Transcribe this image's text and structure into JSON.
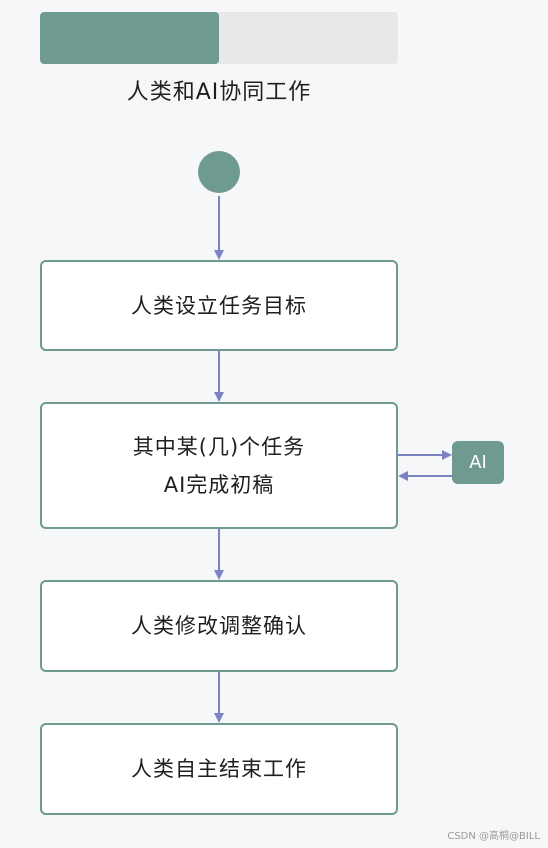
{
  "progress": {
    "value": 0.5
  },
  "title": "人类和AI协同工作",
  "steps": [
    {
      "lines": [
        "人类设立任务目标"
      ]
    },
    {
      "lines": [
        "其中某(几)个任务",
        "AI完成初稿"
      ]
    },
    {
      "lines": [
        "人类修改调整确认"
      ]
    },
    {
      "lines": [
        "人类自主结束工作"
      ]
    }
  ],
  "ai_node": {
    "label": "AI"
  },
  "watermark": "CSDN @高桐@BILL",
  "colors": {
    "node_fill": "#6f9a8f",
    "box_border": "#6f9a8f",
    "arrow": "#7b83c4",
    "background": "#f6f7f9"
  }
}
